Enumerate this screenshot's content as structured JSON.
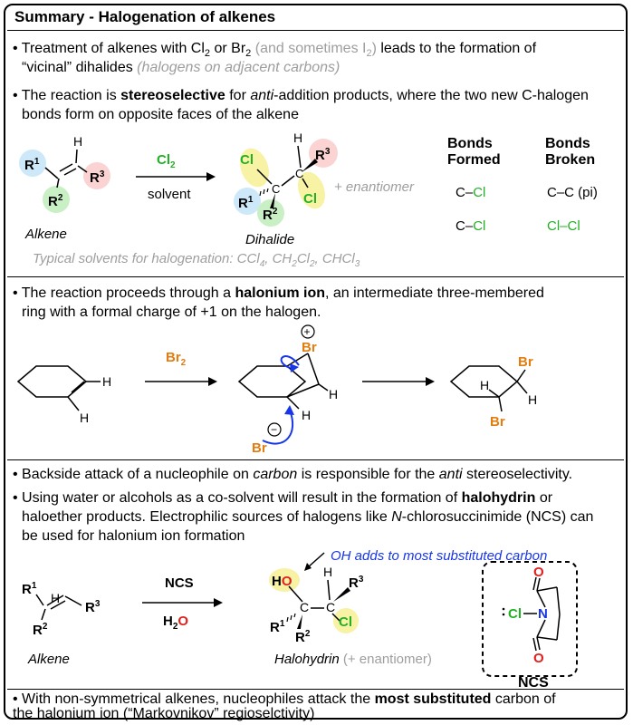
{
  "title": "Summary - Halogenation of alkenes",
  "bullet1": {
    "a": "• Treatment of alkenes with Cl",
    "a_sub": "2",
    "b": " or Br",
    "b_sub": "2",
    "c": " (and sometimes I",
    "c_sub": "2",
    "d": ")",
    "e": " leads to the formation of",
    "line2a": "“vicinal” dihalides ",
    "line2b": "(halogens on adjacent carbons)"
  },
  "bullet2": {
    "a": "• The reaction is ",
    "b": "stereoselective",
    "c": " for ",
    "d": "anti",
    "e": "-addition products, where the two new C-halogen",
    "line2": "bonds form on opposite faces of the alkene"
  },
  "scheme1": {
    "r1": "R",
    "r1_sup": "1",
    "r2": "R",
    "r2_sup": "2",
    "r3": "R",
    "r3_sup": "3",
    "h": "H",
    "reagent": "Cl",
    "reagent_sub": "2",
    "solvent": "solvent",
    "cl": "Cl",
    "c": "C",
    "enantiomer": "+ enantiomer",
    "alkene_label": "Alkene",
    "product_label": "Dihalide",
    "solvents_note_a": "Typical solvents for halogenation: CCl",
    "solvents_note_a_sub": "4",
    "solvents_note_b": ", CH",
    "solvents_note_b_sub": "2",
    "solvents_note_c": "Cl",
    "solvents_note_c_sub": "2",
    "solvents_note_d": ", CHCl",
    "solvents_note_d_sub": "3"
  },
  "bonds_table": {
    "formed_header_1": "Bonds",
    "formed_header_2": "Formed",
    "broken_header_1": "Bonds",
    "broken_header_2": "Broken",
    "formed": [
      "C–Cl",
      "C–Cl"
    ],
    "broken": [
      "C–C (pi)",
      "Cl–Cl"
    ]
  },
  "bullet3": {
    "a": "• The reaction proceeds through a ",
    "b": "halonium ion",
    "c": ", an intermediate three-membered",
    "line2": "ring with a formal charge of +1 on the halogen."
  },
  "scheme2": {
    "reagent": "Br",
    "reagent_sub": "2",
    "br": "Br",
    "h": "H",
    "plus": "+",
    "minus": "−"
  },
  "bullet4": {
    "a": "• Backside attack of a nucleophile on ",
    "b": "carbon",
    "c": " is responsible for the ",
    "d": "anti",
    "e": " stereoselectivity."
  },
  "bullet5": {
    "a": "• Using water or alcohols as a co-solvent will result in the formation of ",
    "b": "halohydrin",
    "c": " or",
    "line2": "haloether products. Electrophilic sources of halogens like ",
    "line2_it": "N",
    "line2_end": "-chlorosuccinimide (NCS) can",
    "line3": "be used for halonium ion formation"
  },
  "scheme3": {
    "note": "OH adds to most substituted carbon",
    "reagent": "NCS",
    "h2o_h": "H",
    "h2o_sub": "2",
    "h2o_o": "O",
    "r1": "R",
    "r1_sup": "1",
    "r2": "R",
    "r2_sup": "2",
    "r3": "R",
    "r3_sup": "3",
    "c": "C",
    "ho_h": "H",
    "ho_o": "O",
    "cl": "Cl",
    "o": "O",
    "n": "N",
    "ncs_label": "NCS",
    "alkene_label": "Alkene",
    "product_label": "Halohydrin",
    "enantiomer": " (+ enantiomer)"
  },
  "bullet6": {
    "a": "• With non-symmetrical alkenes, nucleophiles attack the ",
    "b": "most substituted",
    "c": " carbon of",
    "line2": "the halonium ion (“Markovnikov” regioselctivity)"
  },
  "colors": {
    "halogen_green": "#22b024",
    "bromine_orange": "#e27d10",
    "oxygen_red": "#e01f1f",
    "nitrogen_blue": "#1836e8",
    "note_blue": "#1836e8",
    "r1_bg": "#cde8f8",
    "r2_bg": "#c9efc5",
    "r3_bg": "#fbd3d3",
    "highlight_yellow": "#f7f2a4"
  }
}
